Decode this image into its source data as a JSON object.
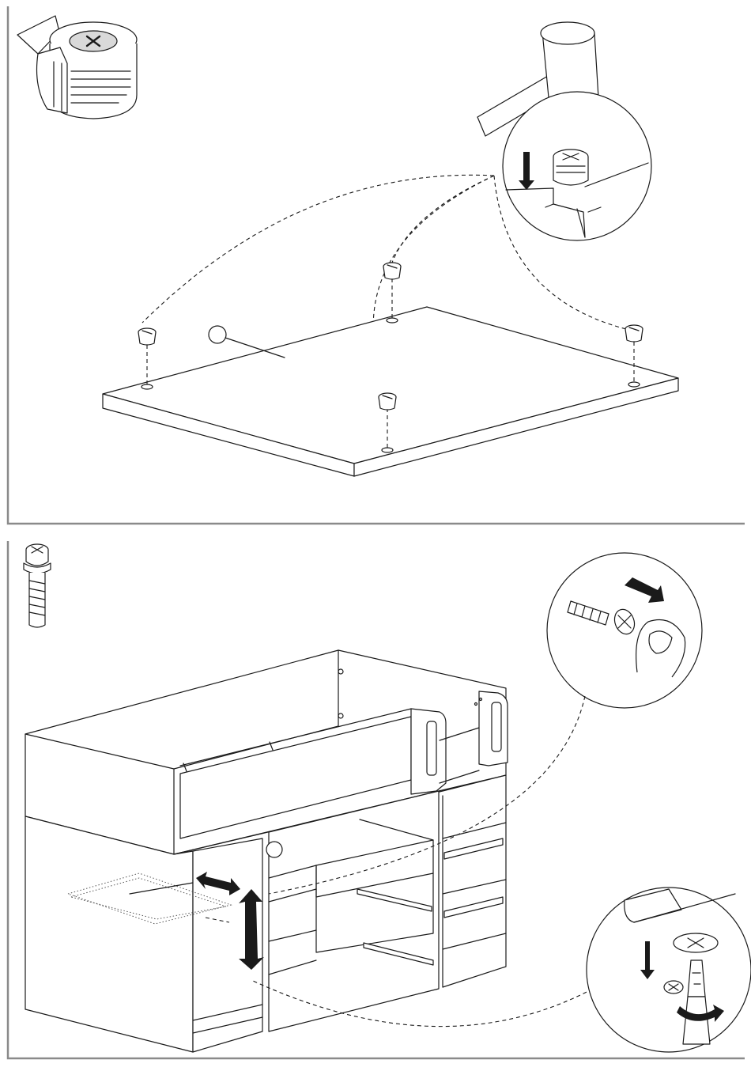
{
  "steps": [
    {
      "hardware": "cam-lock-housing",
      "action": "hammer-in",
      "quantity_markers": 4
    },
    {
      "hardware": "cam-lock-bolt",
      "action": "screw-in-and-tighten",
      "tool": "screwdriver"
    }
  ],
  "colors": {
    "line": "#1a1a1a",
    "frame": "#8a8a8a",
    "fill": "#ffffff",
    "shade": "#d9d9d9"
  },
  "icons": [
    "cam-lock-housing-icon",
    "hammer-icon",
    "cam-bolt-icon",
    "screwdriver-icon",
    "hand-icon",
    "rotate-arrow-icon",
    "slide-arrow-icon"
  ]
}
